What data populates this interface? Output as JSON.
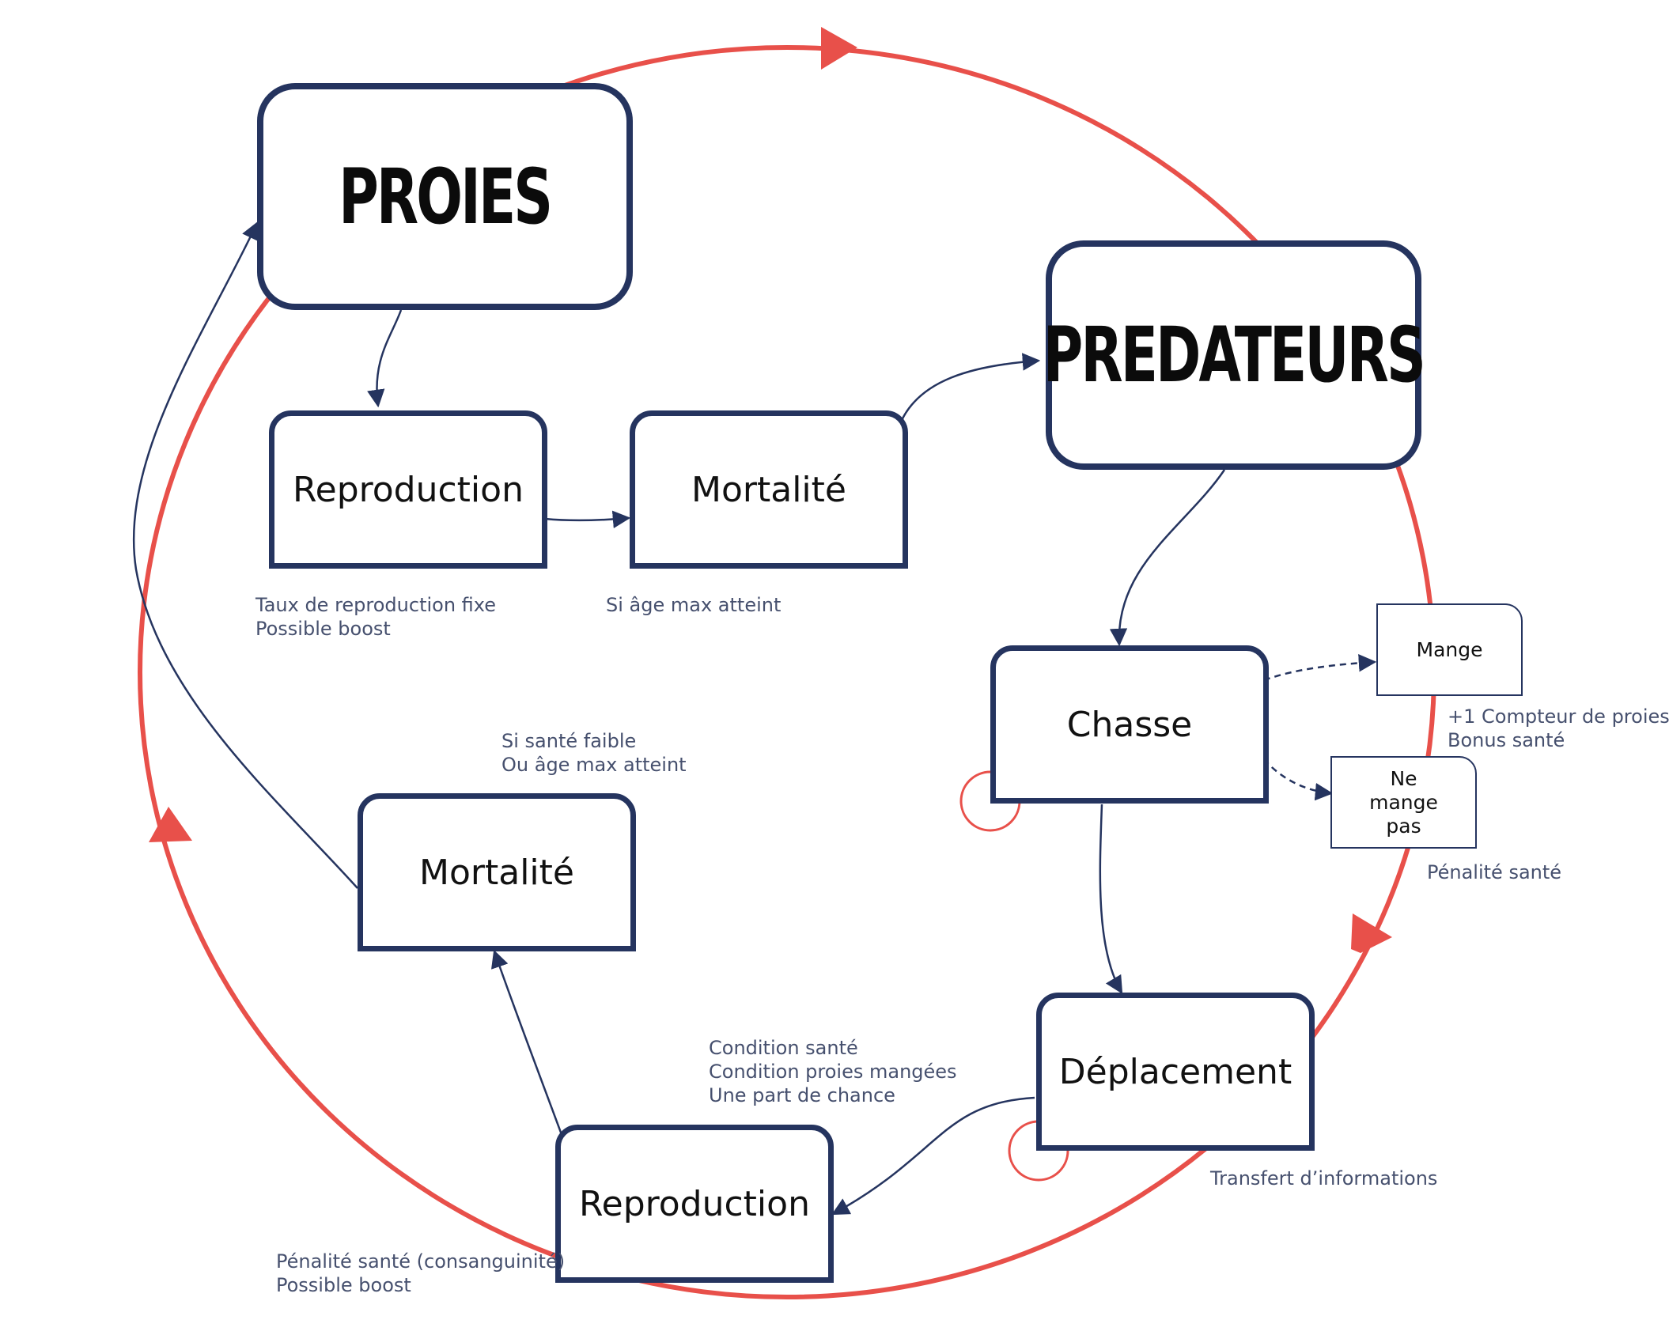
{
  "nodes": {
    "proies": "PROIES",
    "predateurs": "PREDATEURS",
    "reproduction_proies": "Reproduction",
    "mortalite_proies": "Mortalité",
    "chasse": "Chasse",
    "deplacement": "Déplacement",
    "reproduction_pred": "Reproduction",
    "mortalite_pred": "Mortalité",
    "mange": "Mange",
    "ne_mange_pas": "Ne mange pas"
  },
  "notes": {
    "repro_proies": "Taux de reproduction fixe\nPossible boost",
    "mort_proies": "Si âge max atteint",
    "mort_pred": "Si santé faible\nOu âge max atteint",
    "mange": "+1 Compteur de proies\nBonus santé",
    "ne_mange_pas": "Pénalité santé",
    "repro_pred_cond": "Condition santé\nCondition proies mangées\nUne part de chance",
    "deplacement": "Transfert d’informations",
    "repro_pred": "Pénalité santé (consanguinité)\nPossible boost"
  },
  "colors": {
    "box_border": "#25345f",
    "cycle": "#e8504a",
    "note_text": "#46506e"
  }
}
